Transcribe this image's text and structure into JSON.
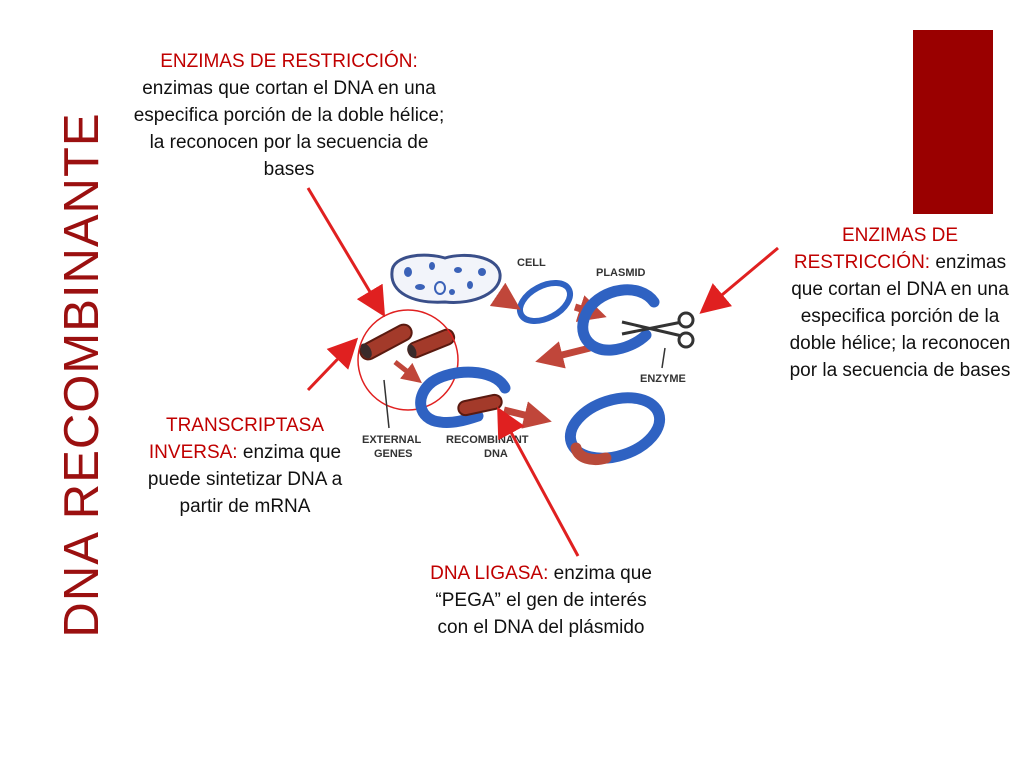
{
  "slide": {
    "title": "DNA RECOMBINANTE",
    "accent_color": "#9a0000",
    "term_color": "#c00000",
    "arrow_color": "#e02020"
  },
  "notes": {
    "top": {
      "term": "ENZIMAS DE RESTRICCIÓN:",
      "text": " enzimas que cortan el DNA en una especifica porción de la doble hélice; la reconocen por la secuencia de bases"
    },
    "right": {
      "term": "ENZIMAS DE RESTRICCIÓN:",
      "text": " enzimas que cortan el DNA en una especifica porción de la doble hélice; la reconocen por la secuencia de bases"
    },
    "left": {
      "term": "TRANSCRIPTASA INVERSA:",
      "text": " enzima que puede sintetizar DNA a partir de mRNA"
    },
    "bottom": {
      "term": "DNA LIGASA:",
      "text": " enzima que “PEGA” el gen de interés con el DNA del plásmido"
    }
  },
  "diagram": {
    "labels": {
      "cell": "CELL",
      "plasmid": "PLASMID",
      "enzyme": "ENZYME",
      "external_genes_line1": "EXTERNAL",
      "external_genes_line2": "GENES",
      "recombinant_line1": "RECOMBINANT",
      "recombinant_line2": "DNA"
    },
    "icons": [
      "scissors-icon"
    ]
  }
}
